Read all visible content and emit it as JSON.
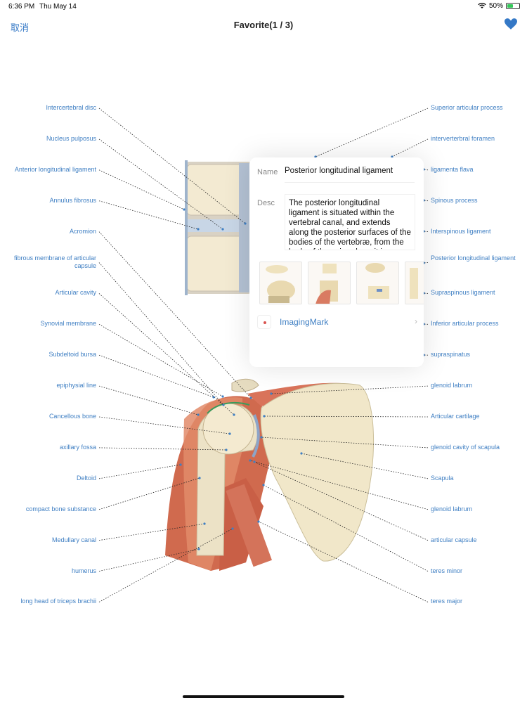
{
  "status": {
    "time": "6:36 PM",
    "date": "Thu May 14",
    "battery": "50%",
    "battery_level": 0.5
  },
  "nav": {
    "cancel": "取消",
    "title": "Favorite(1 / 3)"
  },
  "labels_left": [
    "Intercertebral disc",
    "Nucleus pulposus",
    "Anterior longitudinal ligament",
    "Annulus fibrosus",
    "Acromion",
    "fibrous membrane of articular capsule",
    "Articular cavity",
    "Synovial membrane",
    "Subdeltoid bursa",
    "epiphysial line",
    "Cancellous bone",
    "axillary fossa",
    "Deltoid",
    "compact bone substance",
    "Medullary canal",
    "humerus",
    "long head of triceps brachii"
  ],
  "labels_right": [
    "Superior articular process",
    "interverterbral foramen",
    "ligamenta flava",
    "Spinous process",
    "Interspinous ligament",
    "Posterior longitudinal ligament",
    "Supraspinous ligament",
    "Inferior articular process",
    "supraspinatus",
    "glenoid labrum",
    "Articular cartilage",
    "glenoid cavity of scapula",
    "Scapula",
    "glenoid labrum",
    "articular capsule",
    "teres minor",
    "teres major"
  ],
  "card": {
    "name_label": "Name",
    "name_value": "Posterior longitudinal ligament",
    "desc_label": "Desc",
    "desc_value": "The posterior longitudinal ligament is situated within the vertebral canal, and extends along the posterior surfaces of the bodies of the vertebræ, from the body of the axis, where it is continuous with the membrana tectoria",
    "imaging_label": "ImagingMark"
  },
  "colors": {
    "accent": "#3f7fc3",
    "heart": "#3478c6"
  }
}
